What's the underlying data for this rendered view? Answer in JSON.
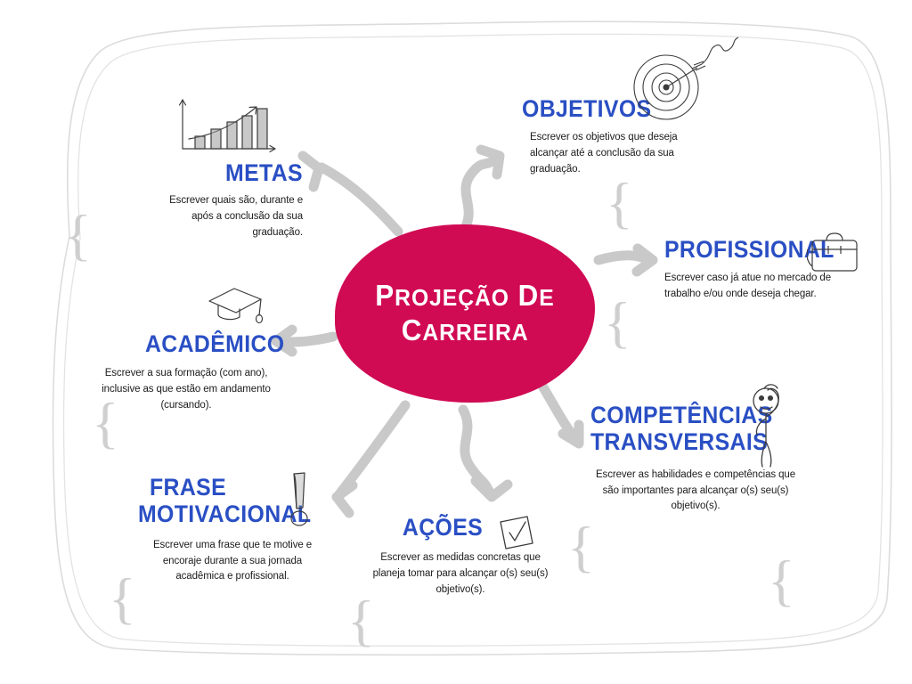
{
  "center": {
    "line1": "Projeção de",
    "line2": "Carreira",
    "color": "#d10a54",
    "text_color": "#ffffff"
  },
  "theme": {
    "heading_color": "#2a4fc4",
    "body_color": "#1c1c1c",
    "arrow_color": "#c9c9c9",
    "brace_color": "#cfcfcf",
    "frame_color": "#dcdcdc",
    "background": "#ffffff"
  },
  "nodes": [
    {
      "id": "metas",
      "title": "METAS",
      "description": "Escrever quais são, durante e após a conclusão da sua graduação.",
      "icon": "bar-chart-growth-icon",
      "align": "right"
    },
    {
      "id": "objetivos",
      "title": "OBJETIVOS",
      "description": "Escrever os objetivos que deseja alcançar até a conclusão da sua graduação.",
      "icon": "dartboard-target-icon",
      "align": "left"
    },
    {
      "id": "profissional",
      "title": "PROFISSIONAL",
      "description": "Escrever caso já atue no mercado de trabalho e/ou onde deseja chegar.",
      "icon": "briefcase-icon",
      "align": "left"
    },
    {
      "id": "competencias-transversais",
      "title_line1": "COMPETÊNCIAS",
      "title_line2": "TRANSVERSAIS",
      "description": "Escrever as habilidades e competências que são importantes para alcançar o(s) seu(s) objetivo(s).",
      "icon": "thinking-person-icon",
      "align": "left"
    },
    {
      "id": "acoes",
      "title": "AÇÕES",
      "description": "Escrever as medidas concretas que planeja tomar para alcançar o(s) seu(s) objetivo(s).",
      "icon": "checkbox-check-icon",
      "align": "center"
    },
    {
      "id": "frase-motivacional",
      "title_line1": "FRASE",
      "title_line2": "MOTIVACIONAL",
      "description": "Escrever uma frase que te motive e encoraje durante a sua jornada acadêmica e profissional.",
      "icon": "exclamation-mark-icon",
      "align": "left"
    },
    {
      "id": "academico",
      "title": "ACADÊMICO",
      "description": "Escrever a sua formação (com ano), inclusive as que estão em andamento (cursando).",
      "icon": "graduation-cap-icon",
      "align": "left"
    }
  ],
  "decorations": {
    "brace_glyph": "{",
    "brace_count": 8
  }
}
